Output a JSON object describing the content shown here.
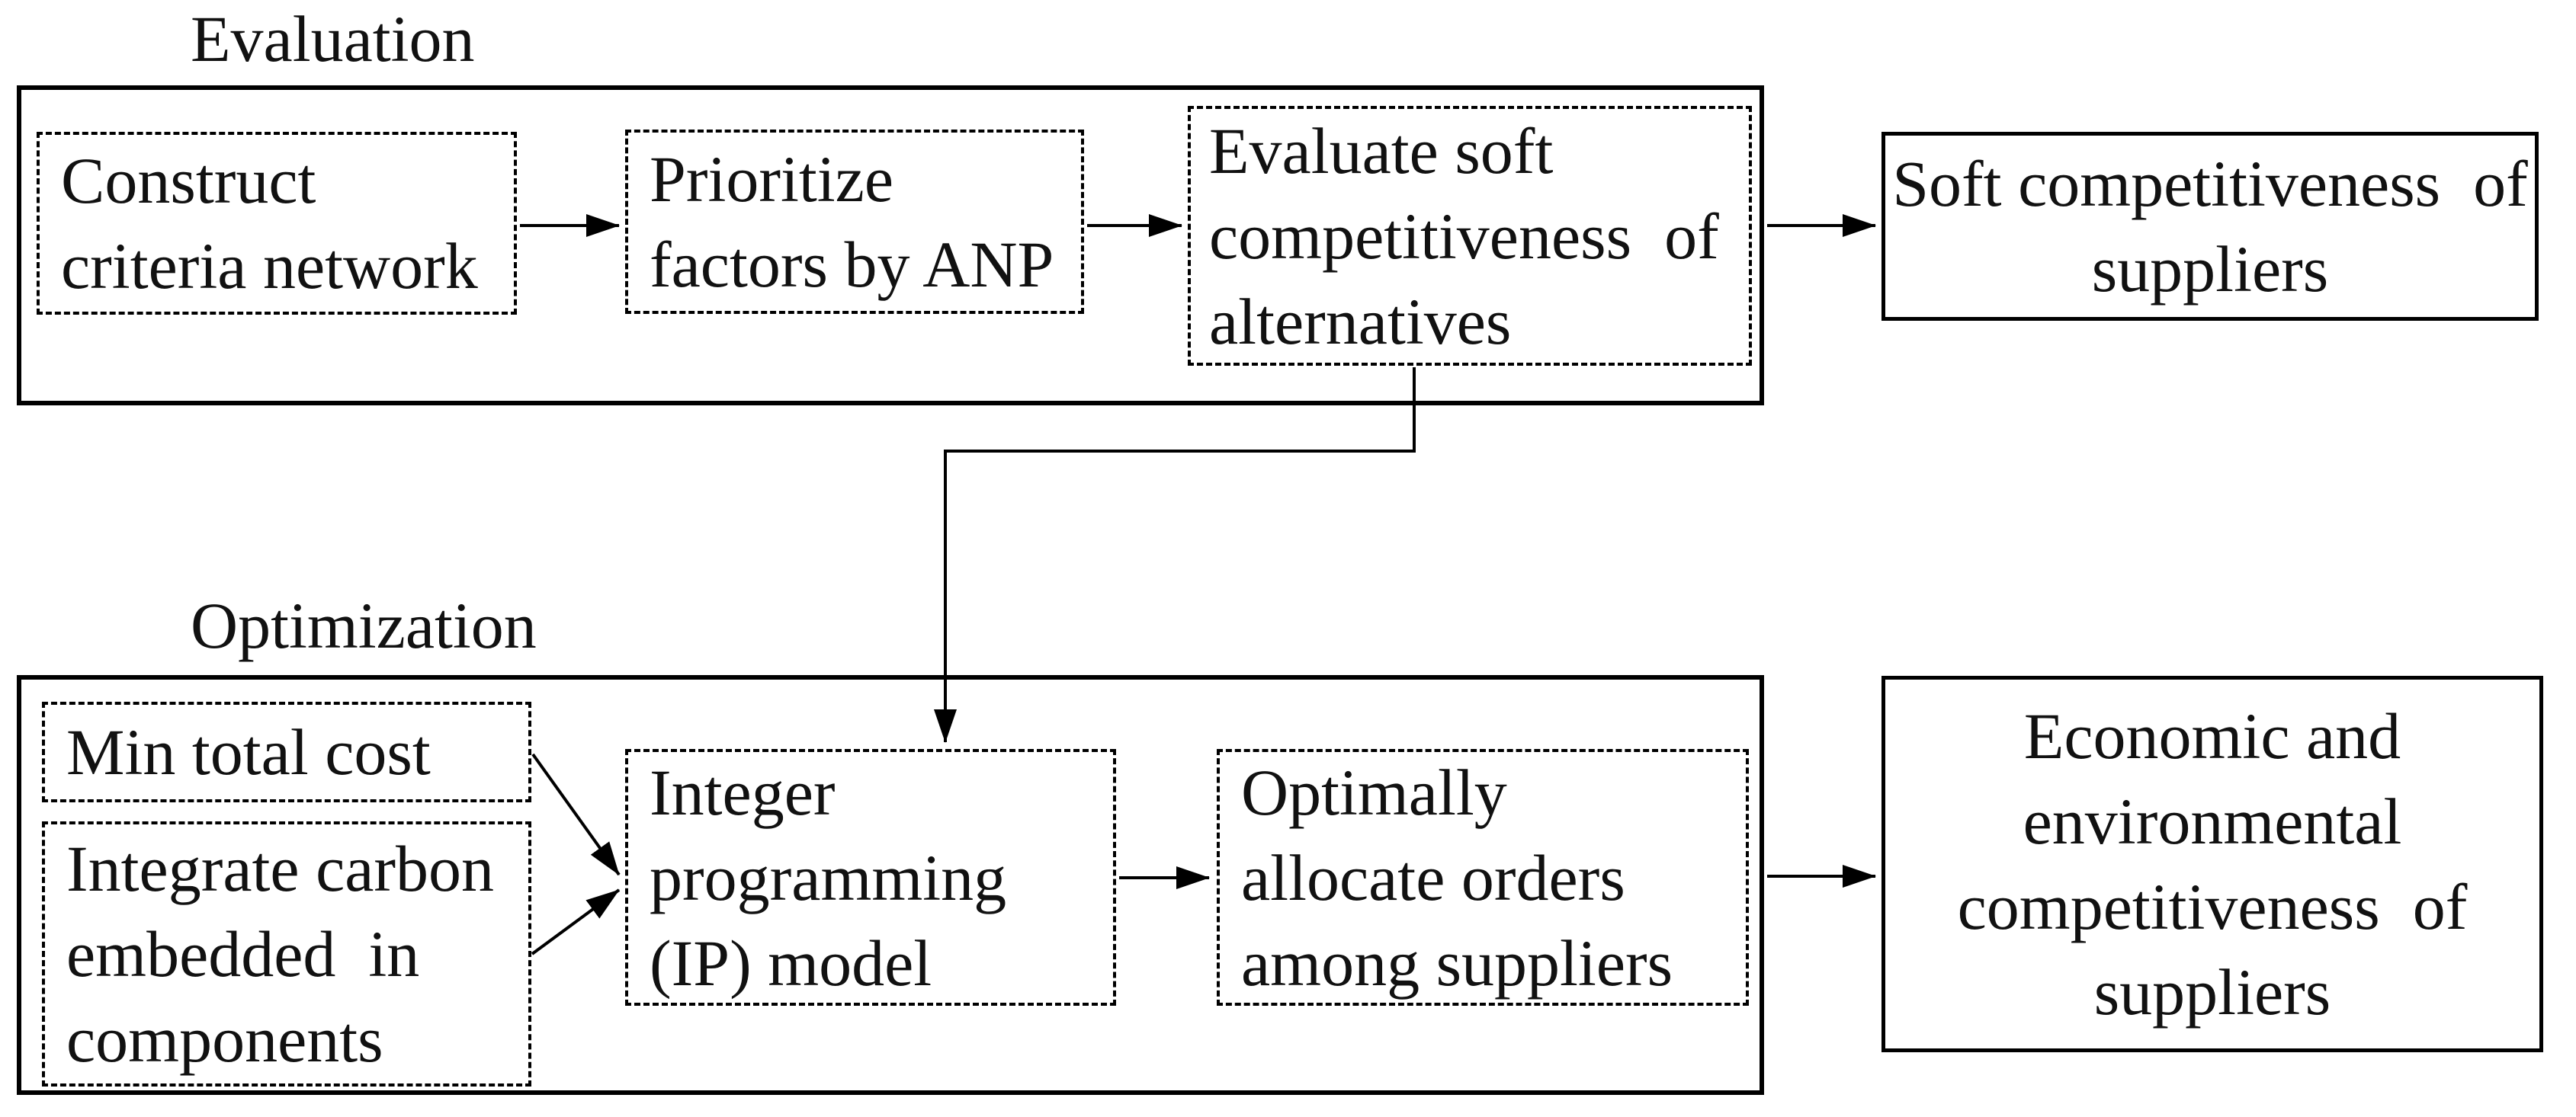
{
  "figure": {
    "type": "flowchart",
    "background_color": "#ffffff",
    "line_color": "#000000",
    "text_color": "#111111"
  },
  "evaluation": {
    "label": "Evaluation",
    "boxes": {
      "construct": {
        "lines": [
          "Construct",
          "criteria network"
        ]
      },
      "prioritize": {
        "lines": [
          "Prioritize",
          "factors by ANP"
        ]
      },
      "evaluate": {
        "lines": [
          "Evaluate soft",
          "competitiveness  of",
          "alternatives"
        ]
      },
      "soft_result": {
        "lines": [
          "Soft competitiveness  of",
          "suppliers"
        ]
      }
    }
  },
  "optimization": {
    "label": "Optimization",
    "boxes": {
      "min_cost": {
        "lines": [
          "Min total cost"
        ]
      },
      "carbon": {
        "lines": [
          "Integrate carbon",
          "embedded  in",
          "components"
        ]
      },
      "ip_model": {
        "lines": [
          "Integer",
          "programming",
          "(IP) model"
        ]
      },
      "allocate": {
        "lines": [
          "Optimally",
          "allocate orders",
          "among suppliers"
        ]
      },
      "econ_result": {
        "lines": [
          "Economic and",
          "environmental",
          "competitiveness  of",
          "suppliers"
        ]
      }
    }
  }
}
